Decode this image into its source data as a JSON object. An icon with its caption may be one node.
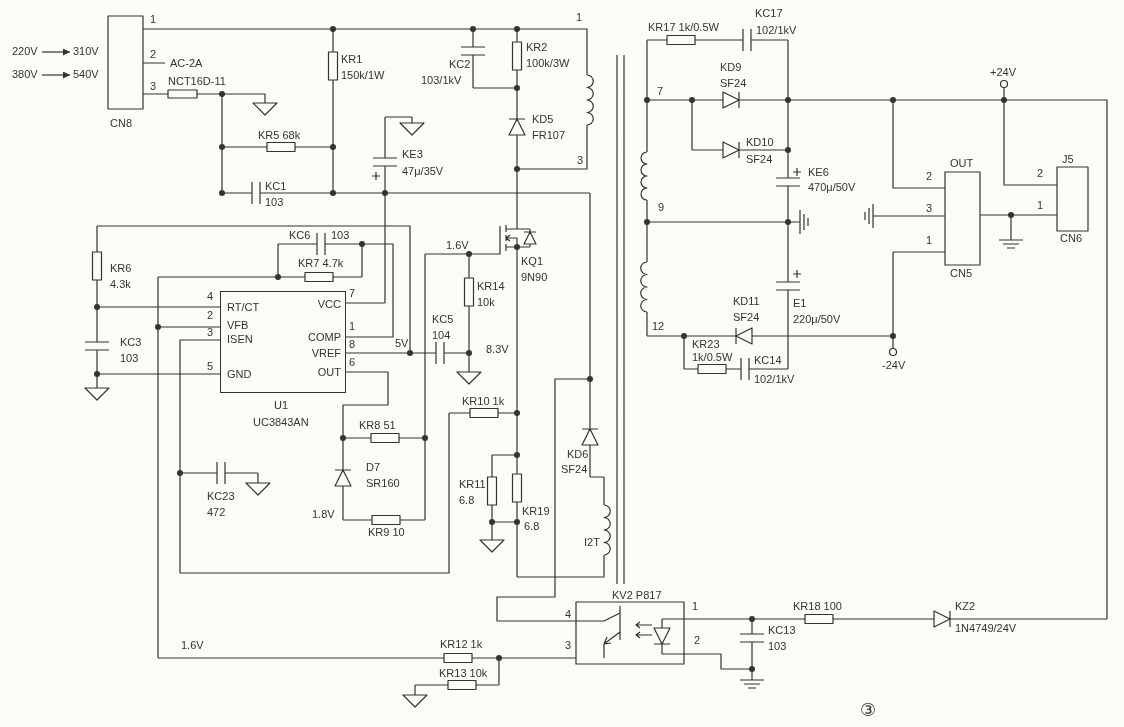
{
  "diagram": {
    "nodes": [
      {
        "text": [
          "220V"
        ]
      },
      {
        "text": [
          "310V"
        ]
      },
      {
        "text": [
          "380V"
        ]
      },
      {
        "text": [
          "540V"
        ]
      },
      {
        "text": [
          "RT/CT",
          "VFB",
          "ISEN",
          "GND",
          "VCC",
          "COMP",
          "VREF",
          "OUT"
        ],
        "beside": [
          "4",
          "2",
          "3",
          "5",
          "7",
          "1",
          "8",
          "6",
          "U1",
          "UC3843AN"
        ]
      }
    ],
    "edges": [
      {
        "from": 0,
        "to": 1,
        "arrow": "to"
      },
      {
        "from": 2,
        "to": 3,
        "arrow": "to"
      }
    ],
    "labels": [
      "1",
      "2",
      "AC-2A",
      "3",
      "NCT16D-11",
      "CN8",
      "KR1",
      "150k/1W",
      "KR5 68k",
      "KC1",
      "103",
      "1",
      "KR2",
      "KC2",
      "100k/3W",
      "103/1kV",
      "KD5",
      "FR107",
      "KE3",
      "47μ/35V",
      "3",
      "KR17 1k/0.5W",
      "KC17",
      "102/1kV",
      "KD9",
      "SF24",
      "7",
      "+24V",
      "KD10",
      "SF24",
      "OUT",
      "J5",
      "KE6",
      "2",
      "2",
      "470μ/50V",
      "9",
      "3",
      "1",
      "1",
      "CN6",
      "CN5",
      "KC6",
      "103",
      "1.6V",
      "KR6",
      "KR7 4.7k",
      "KQ1",
      "4.3k",
      "KR14",
      "9N90",
      "10k",
      "KD11",
      "E1",
      "KC5",
      "SF24",
      "220μ/50V",
      "12",
      "KC3",
      "5V",
      "104",
      "8.3V",
      "KR23",
      "103",
      "1k/0.5W",
      "KC14",
      "-24V",
      "102/1kV",
      "KR10 1k",
      "KR8 51",
      "KD6",
      "D7",
      "SF24",
      "SR160",
      "KR11",
      "KC23",
      "6.8",
      "472",
      "1.8V",
      "KR19",
      "KR9 10",
      "6.8",
      "I2T",
      "KV2 P817",
      "4",
      "1",
      "KR18 100",
      "KZ2",
      "KC13",
      "1N4749/24V",
      "1.6V",
      "KR12 1k",
      "3",
      "2",
      "103",
      "KR13 10k",
      "③"
    ]
  }
}
